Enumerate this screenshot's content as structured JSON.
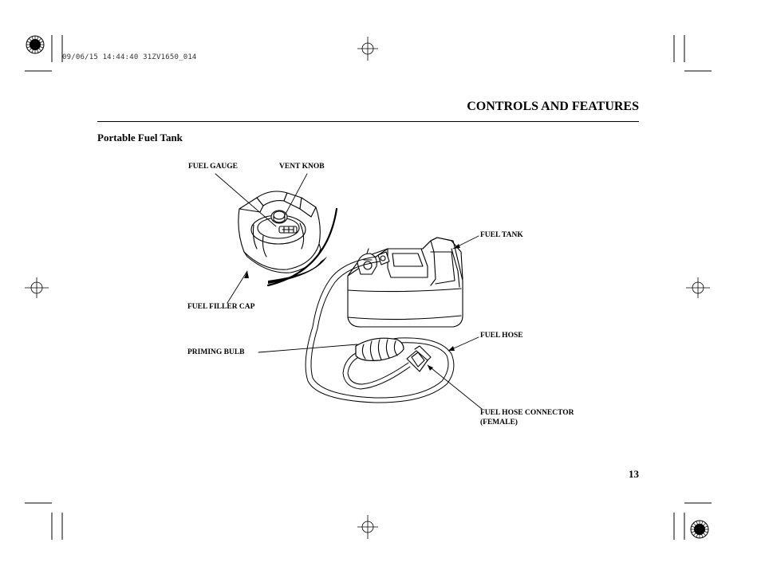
{
  "print_stamp": "09/06/15 14:44:40 31ZV1650_014",
  "header": {
    "section_title": "CONTROLS AND FEATURES"
  },
  "subheading": "Portable Fuel Tank",
  "labels": {
    "fuel_gauge": "FUEL GAUGE",
    "vent_knob": "VENT KNOB",
    "fuel_tank": "FUEL TANK",
    "fuel_filler_cap": "FUEL FILLER CAP",
    "fuel_hose": "FUEL HOSE",
    "priming_bulb": "PRIMING BULB",
    "fuel_hose_connector_line1": "FUEL HOSE CONNECTOR",
    "fuel_hose_connector_line2": "(FEMALE)"
  },
  "page_number": "13"
}
